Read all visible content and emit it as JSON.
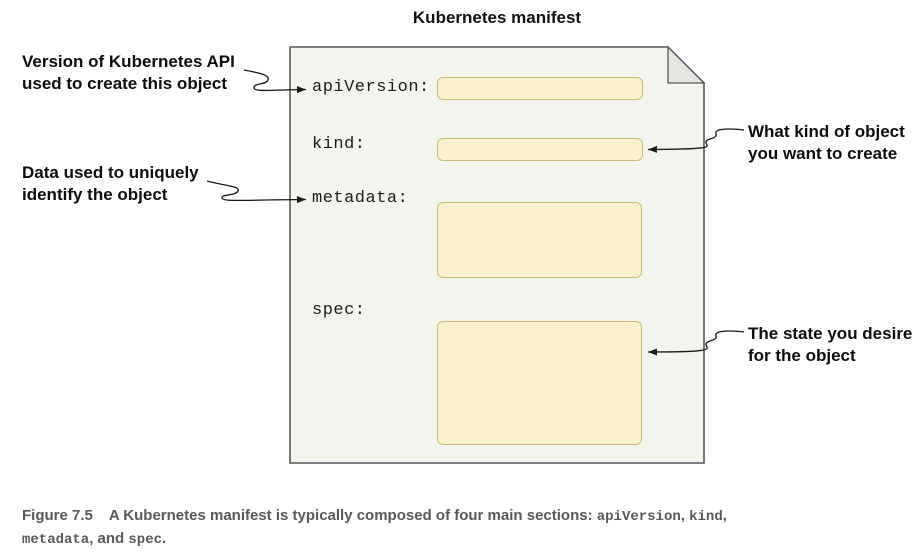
{
  "title": "Kubernetes manifest",
  "colors": {
    "document_fill": "#f4f4ef",
    "document_border": "#54565a",
    "fold_fill": "#e7e7e2",
    "value_box_fill": "#faf2cc",
    "value_box_border": "#c8bb78",
    "arrow": "#1a1a1a",
    "caption_text": "#58595b"
  },
  "document": {
    "fields": [
      {
        "label": "apiVersion:"
      },
      {
        "label": "kind:"
      },
      {
        "label": "metadata:"
      },
      {
        "label": "spec:"
      }
    ]
  },
  "annotations": [
    {
      "side": "left",
      "target": "apiVersion",
      "lines": [
        "Version of Kubernetes API",
        "used to create this object"
      ]
    },
    {
      "side": "left",
      "target": "metadata",
      "lines": [
        "Data used to uniquely",
        "identify the object"
      ]
    },
    {
      "side": "right",
      "target": "kind",
      "lines": [
        "What kind of object",
        "you want to create"
      ]
    },
    {
      "side": "right",
      "target": "spec",
      "lines": [
        "The state you desire",
        "for the object"
      ]
    }
  ],
  "caption": {
    "label": "Figure 7.5",
    "line1_text": "A Kubernetes manifest is typically composed of four main sections: ",
    "mono1": "apiVersion",
    "sep1": ", ",
    "mono2": "kind",
    "sep2": ",",
    "mono3": "metadata",
    "line2_mid": ", and ",
    "mono4": "spec",
    "end": "."
  }
}
